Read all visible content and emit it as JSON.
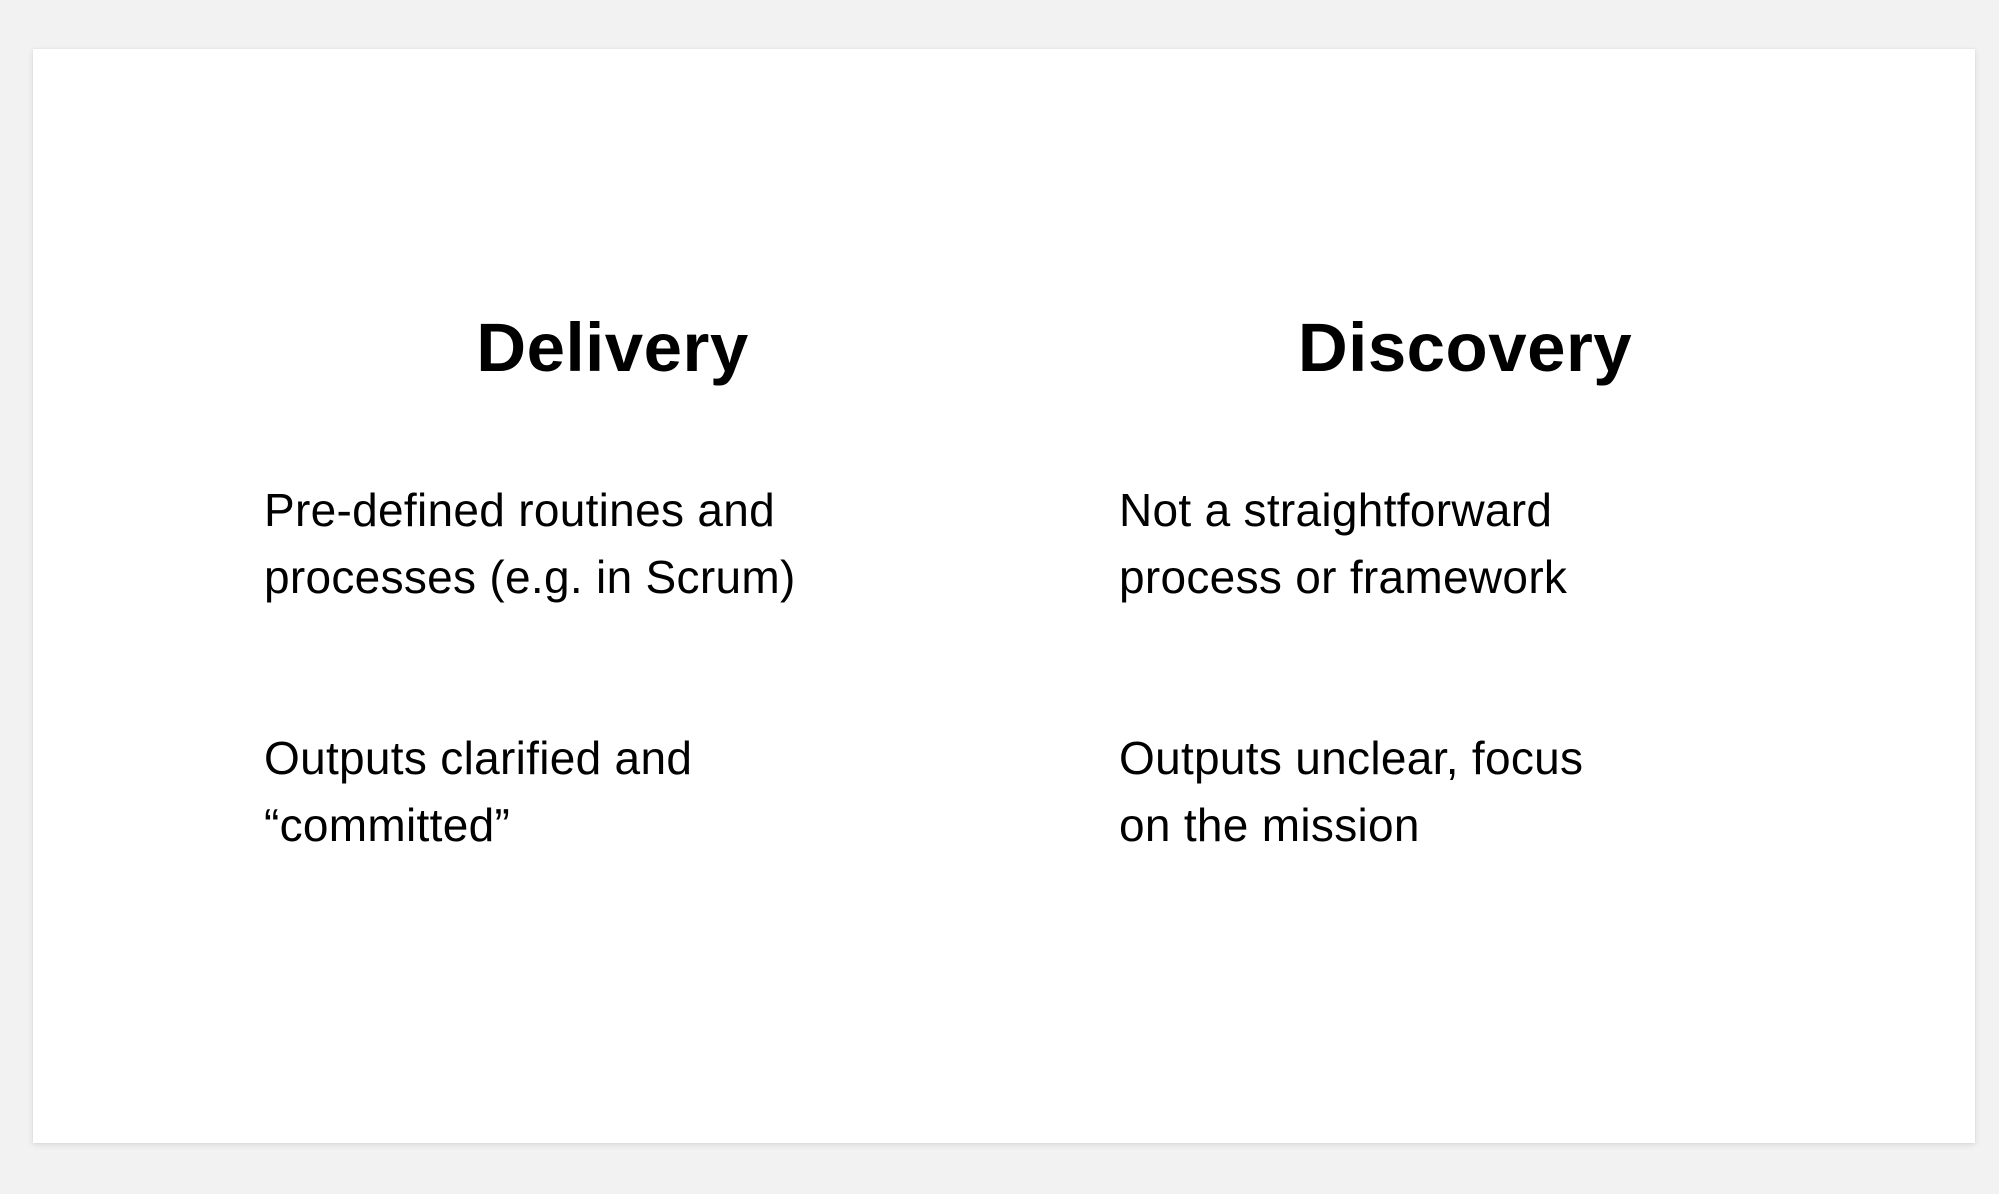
{
  "slide": {
    "columns": [
      {
        "heading": "Delivery",
        "points": [
          {
            "lines": [
              "Pre-defined routines and",
              "processes (e.g. in Scrum)"
            ]
          },
          {
            "lines": [
              "Outputs clarified and",
              "“committed”"
            ]
          }
        ]
      },
      {
        "heading": "Discovery",
        "points": [
          {
            "lines": [
              "Not a straightforward",
              "process or framework"
            ]
          },
          {
            "lines": [
              "Outputs unclear, focus",
              "on the mission"
            ]
          }
        ]
      }
    ]
  },
  "colors": {
    "background": "#f2f2f2",
    "slide": "#ffffff",
    "text": "#000000"
  }
}
